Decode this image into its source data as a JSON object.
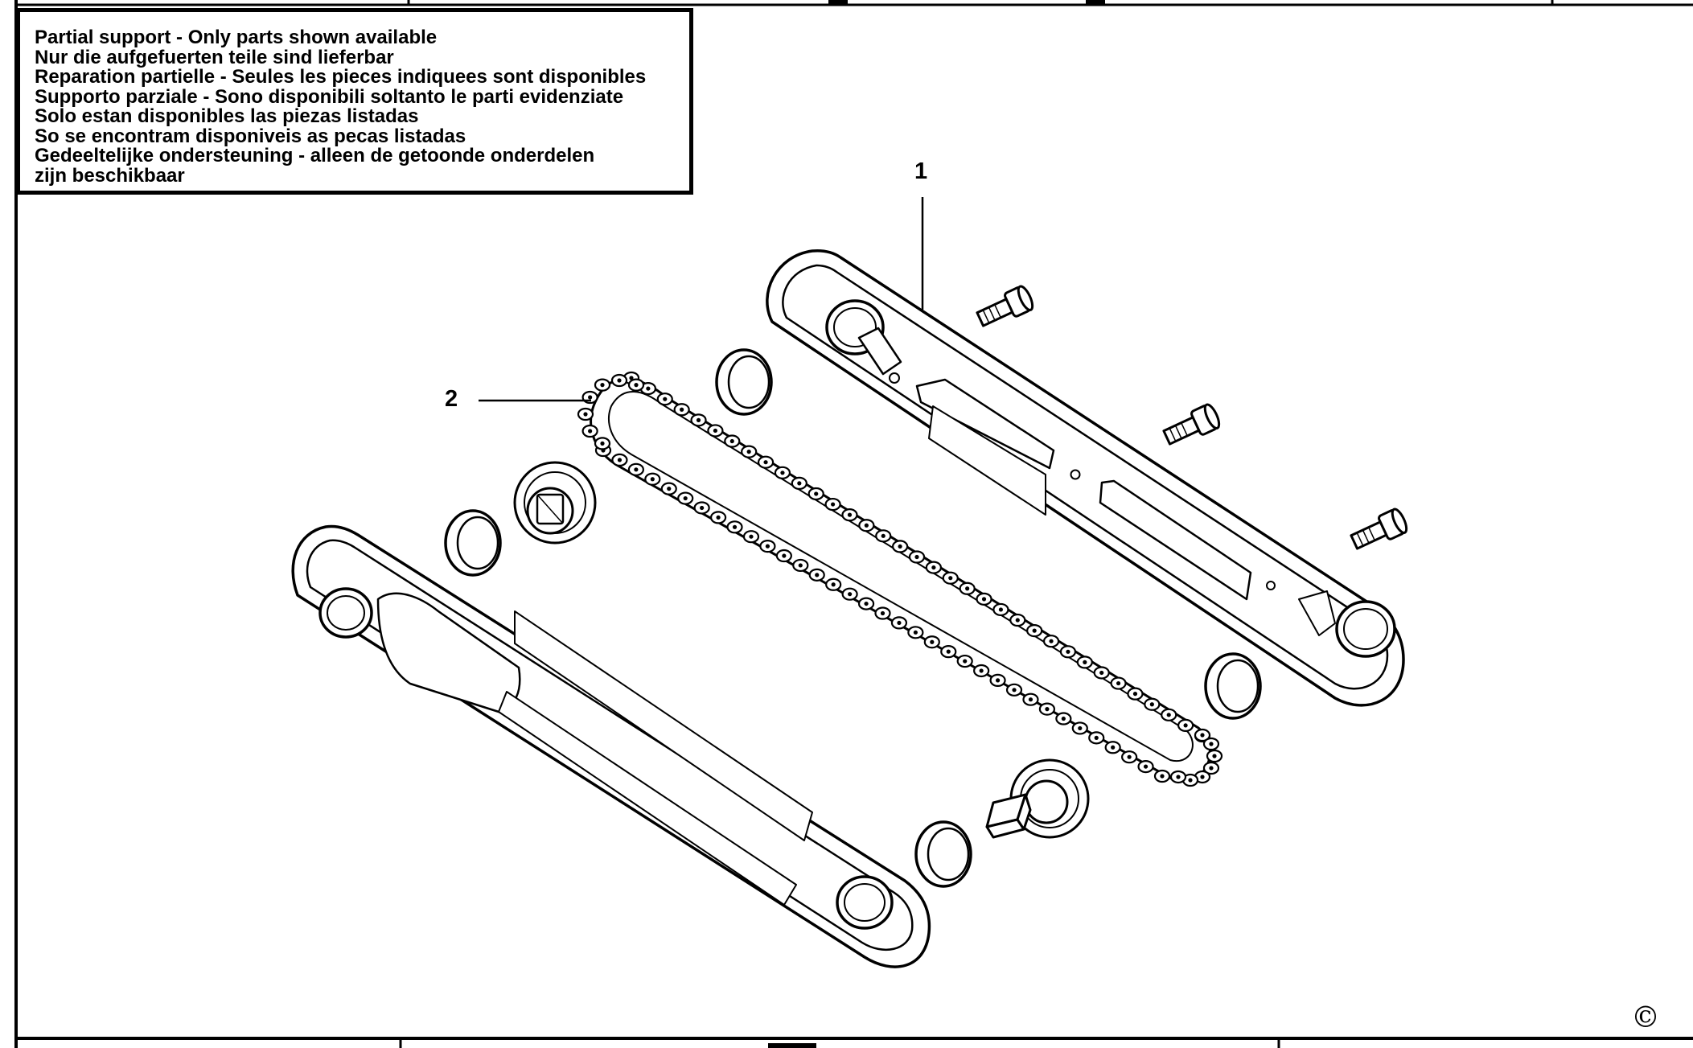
{
  "notice": {
    "lines": [
      "Partial support - Only parts shown available",
      "Nur die aufgefuerten teile sind lieferbar",
      "Reparation partielle - Seules les pieces indiquees sont disponibles",
      "Supporto parziale - Sono disponibili soltanto le parti evidenziate",
      "Solo estan disponibles las piezas listadas",
      "So se encontram disponiveis as pecas listadas",
      "Gedeeltelijke ondersteuning - alleen de getoonde onderdelen",
      "zijn beschikbaar"
    ]
  },
  "callouts": [
    {
      "label": "1",
      "part": "upper-housing-plate"
    },
    {
      "label": "2",
      "part": "drive-chain"
    }
  ],
  "copyright_symbol": "©",
  "colors": {
    "line": "#000000",
    "background": "#ffffff"
  }
}
